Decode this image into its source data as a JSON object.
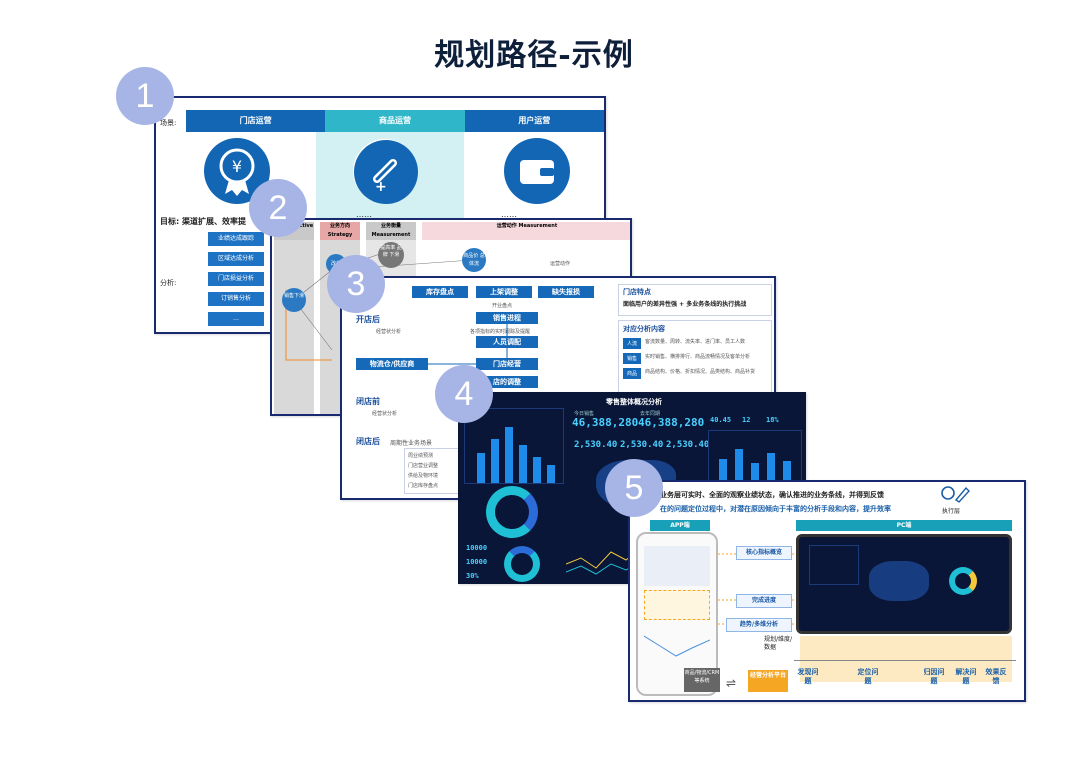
{
  "title": "规划路径-示例",
  "badges": [
    "1",
    "2",
    "3",
    "4",
    "5"
  ],
  "slide1": {
    "row_label": "场景:",
    "columns": [
      "门店运营",
      "商品运营",
      "用户运营"
    ],
    "goal_label": "目标:",
    "goal_text": "渠道扩展、效率提",
    "analysis_label": "分析:",
    "buttons": [
      "业绩达成跟踪",
      "区域达成分析",
      "门店损益分析",
      "订销售分析",
      "..."
    ],
    "col_text_2": "……",
    "col_text_3": "……",
    "colors": {
      "blue": "#1366b4",
      "teal": "#2fb6c9",
      "light": "#d3f0f3"
    }
  },
  "slide2": {
    "headers": [
      "目标 Objective",
      "业务方向 Strategy",
      "业务衡量 Measurement",
      "运营动作 Measurement"
    ],
    "nodes": [
      "销售下滑",
      "改善",
      "提高率 品牌 下滑",
      "商品价 总体流",
      "运营动作"
    ],
    "colors": {
      "red": "#e8a7a7",
      "grey": "#c9c9c9",
      "pink": "#f5d9dc"
    }
  },
  "slide3": {
    "top_boxes": [
      "库存盘点",
      "上架调整",
      "缺失报损"
    ],
    "sub_label": "开业盘点",
    "section_open": "开店后",
    "sales_box": "销售进程",
    "sales_desc": "各项指标的实时跟踪及提醒",
    "staff_box": "人员调配",
    "logistic_box": "物流仓/供应商",
    "store_box": "门店经营",
    "adjust_box": "店的调整",
    "small_analysis": "经营状分析",
    "section_before": "闭店前",
    "before_desc": "经营状分析",
    "section_close": "闭店后",
    "close_title": "周期性业务场景",
    "close_items": [
      "周业绩预测",
      "门店营业调整",
      "供给及物环境",
      "门店库存盘点"
    ],
    "side_title": "门店特点",
    "side_desc": "面临用户的差异性强 + 多业务条线的执行挑战",
    "side_sub": "对应分析内容",
    "side_items": [
      {
        "tag": "人流",
        "text": "客流数量、周转、流失率、进门率、员工人数"
      },
      {
        "tag": "销售",
        "text": "实时销售、横排排行、商品流畅情况及客单分析"
      },
      {
        "tag": "商品",
        "text": "商品结构、价格、折扣情况、品类结构、商品补货"
      }
    ]
  },
  "slide4": {
    "title": "零售整体概况分析",
    "kpi_main": "46,388,280",
    "kpi_main_label": "今日销售",
    "kpi_second": "46,388,280",
    "kpi_second_label": "去年同期",
    "small_kpis": [
      "40.45",
      "12",
      "18%"
    ],
    "kpis_row2": [
      "2,530.40",
      "2,530.40",
      "2,530.40"
    ],
    "bottom_kpis": [
      "10000",
      "10000",
      "30%"
    ],
    "colors": {
      "bg": "#0a1638",
      "accent": "#4ad0ff",
      "bar": "#1f8be8"
    }
  },
  "slide5": {
    "header_text": "业务层可实时、全面的观察业绩状态，确认推进的业务条线，并得到反馈",
    "header_text2": "在的问题定位过程中，对潜在原因倾向于丰富的分析手段和内容，提升效率",
    "exec_label": "执行层",
    "app_label": "APP端",
    "pc_label": "PC端",
    "tags": [
      "核心指标概览",
      "完成进度",
      "趋势/多维分析"
    ],
    "side_label": "规划/维度/数据",
    "steps": [
      "发现问题",
      "定位问题",
      "归因问题",
      "解决问题",
      "效果反馈"
    ],
    "bottom_tool": "经营分析平台",
    "crm_label": "商品/物流/CRM等系统",
    "colors": {
      "teal": "#17a0b7",
      "orange": "#f5a623",
      "steps": "#1b5fa8"
    }
  }
}
